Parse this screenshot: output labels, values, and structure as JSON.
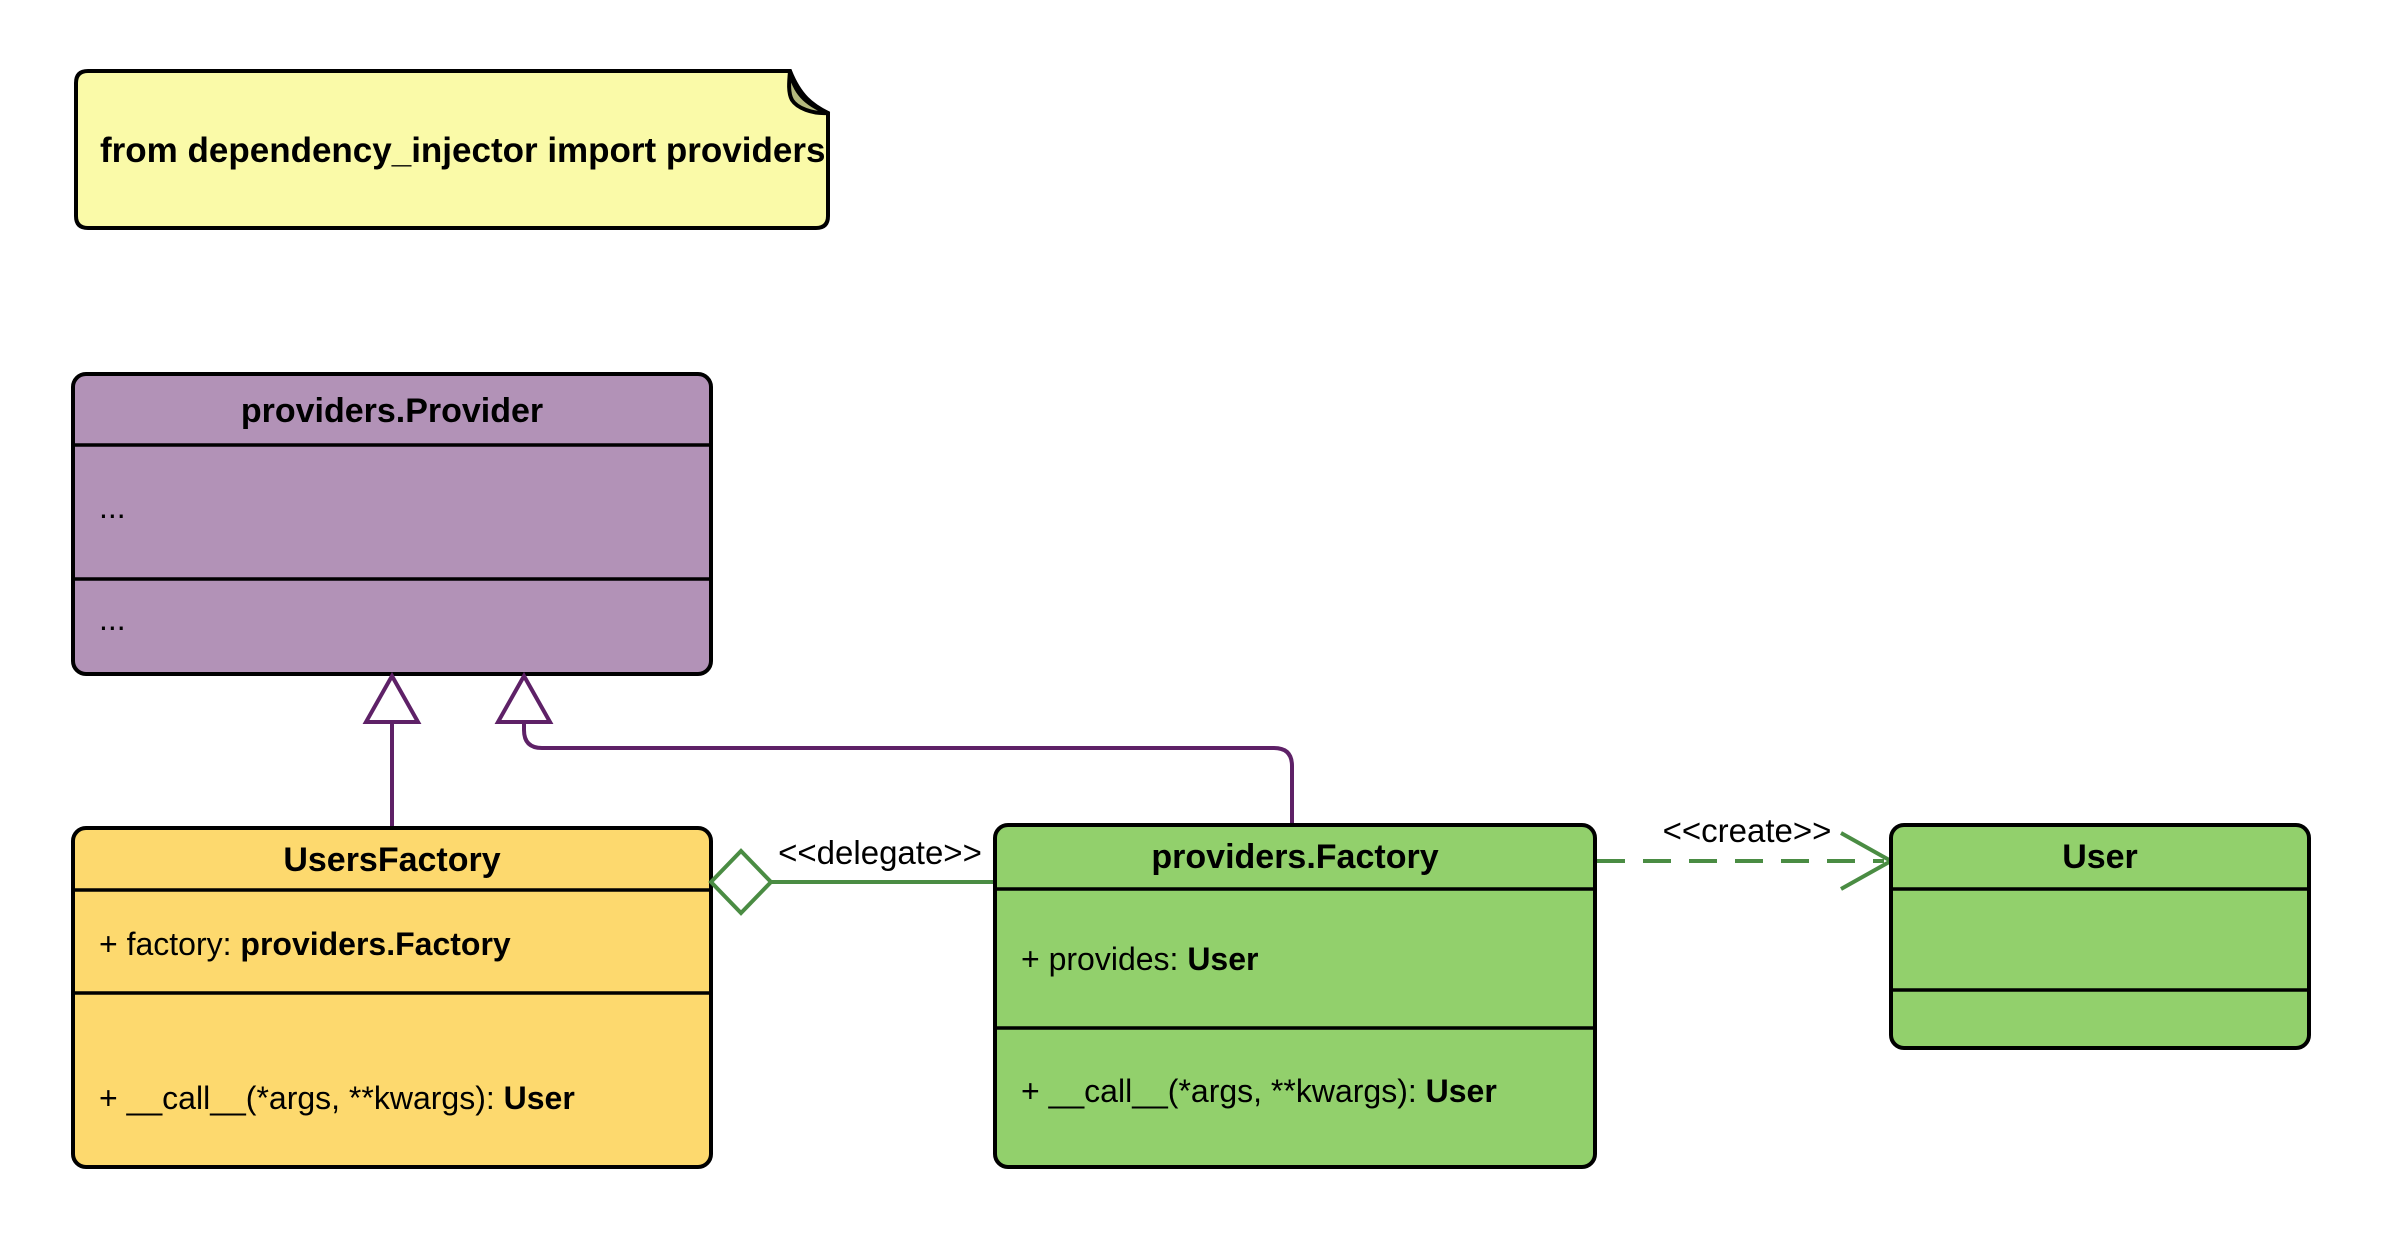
{
  "colors": {
    "note_fill": "#FAFAA8",
    "note_fold": "#B4B97E",
    "class_purple_fill": "#B292B7",
    "class_yellow_fill": "#FDD96E",
    "class_green_fill": "#92D06C",
    "inheritance_line": "#5E2167",
    "association_line": "#4A8C43",
    "border": "#000000",
    "background": "#FFFFFF"
  },
  "note": {
    "text": "from dependency_injector import providers"
  },
  "classes": {
    "provider": {
      "title": "providers.Provider",
      "attributes_placeholder": "...",
      "methods_placeholder": "..."
    },
    "users_factory": {
      "title": "UsersFactory",
      "attr_prefix": "+ factory: ",
      "attr_type": "providers.Factory",
      "method_prefix": "+ __call__(*args, **kwargs): ",
      "method_type": "User"
    },
    "factory": {
      "title": "providers.Factory",
      "attr_prefix": "+ provides: ",
      "attr_type": "User",
      "method_prefix": "+ __call__(*args, **kwargs): ",
      "method_type": "User"
    },
    "user": {
      "title": "User"
    }
  },
  "edges": {
    "inheritance_users_factory": {
      "type": "extends",
      "from": "UsersFactory",
      "to": "providers.Provider"
    },
    "inheritance_factory": {
      "type": "extends",
      "from": "providers.Factory",
      "to": "providers.Provider"
    },
    "delegate": {
      "type": "aggregation",
      "from": "UsersFactory",
      "to": "providers.Factory",
      "label": "<<delegate>>"
    },
    "create": {
      "type": "dependency",
      "from": "providers.Factory",
      "to": "User",
      "label": "<<create>>"
    }
  }
}
